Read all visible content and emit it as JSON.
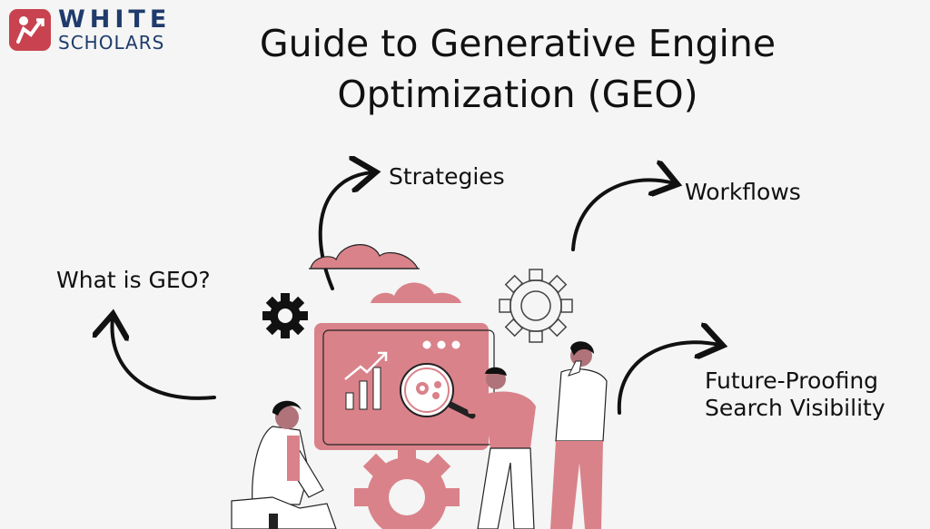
{
  "logo": {
    "line1": "WHITE",
    "line2": "SCHOLARS"
  },
  "title": {
    "line1": "Guide to Generative Engine",
    "line2": "Optimization (GEO)"
  },
  "labels": {
    "strategies": "Strategies",
    "workflows": "Workflows",
    "what_is_geo": "What is GEO?",
    "future_line1": "Future-Proofing",
    "future_line2": "Search Visibility"
  },
  "colors": {
    "accent_pink": "#d9828a",
    "brand_red": "#c8434f",
    "brand_navy": "#1f3b6c",
    "ink": "#111111",
    "background": "#f4f5f4"
  }
}
